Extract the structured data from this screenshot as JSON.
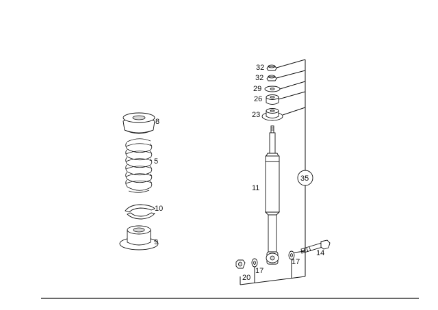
{
  "labels": {
    "p32a": "32",
    "p32b": "32",
    "p29": "29",
    "p26": "26",
    "p23": "23",
    "p11": "11",
    "p35": "35",
    "p14": "14",
    "p17a": "17",
    "p17b": "17",
    "p20": "20",
    "p8": "8",
    "p5": "5",
    "p10": "10",
    "p9": "9"
  }
}
